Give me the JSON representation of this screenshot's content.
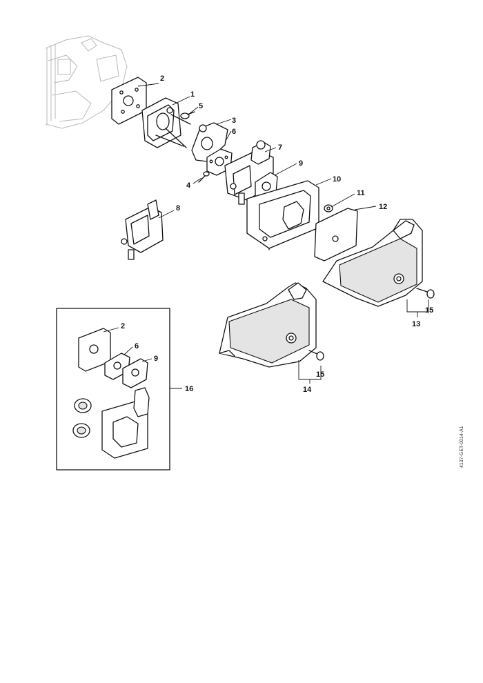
{
  "labels": {
    "l1": "1",
    "l2": "2",
    "l3": "3",
    "l4": "4",
    "l5": "5",
    "l6": "6",
    "l7": "7",
    "l8": "8",
    "l9": "9",
    "l10": "10",
    "l11": "11",
    "l12": "12",
    "l13": "13",
    "l14": "14",
    "l15a": "15",
    "l15b": "15",
    "l16": "16",
    "kit2": "2",
    "kit6": "6",
    "kit9": "9"
  },
  "document_id": "4137-GET-0014-A1"
}
